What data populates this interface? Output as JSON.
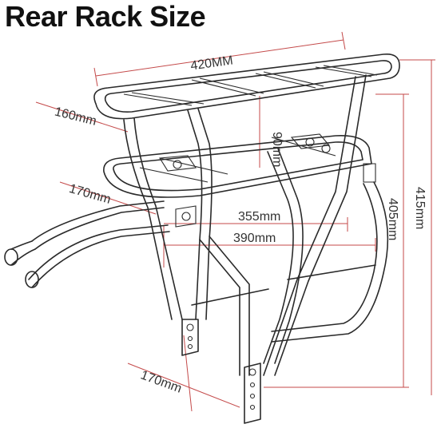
{
  "title": "Rear Rack Size",
  "dimensions": {
    "width_top": "420MM",
    "depth_top": "160mm",
    "height_gap": "90mm",
    "depth_lower": "170mm",
    "inner_width": "355mm",
    "outer_width": "390mm",
    "leg_depth": "170mm",
    "height_405": "405mm",
    "height_415": "415mm"
  },
  "colors": {
    "dimension_line": "#c44a4a",
    "frame": "#2a2a2a",
    "text": "#333333"
  }
}
